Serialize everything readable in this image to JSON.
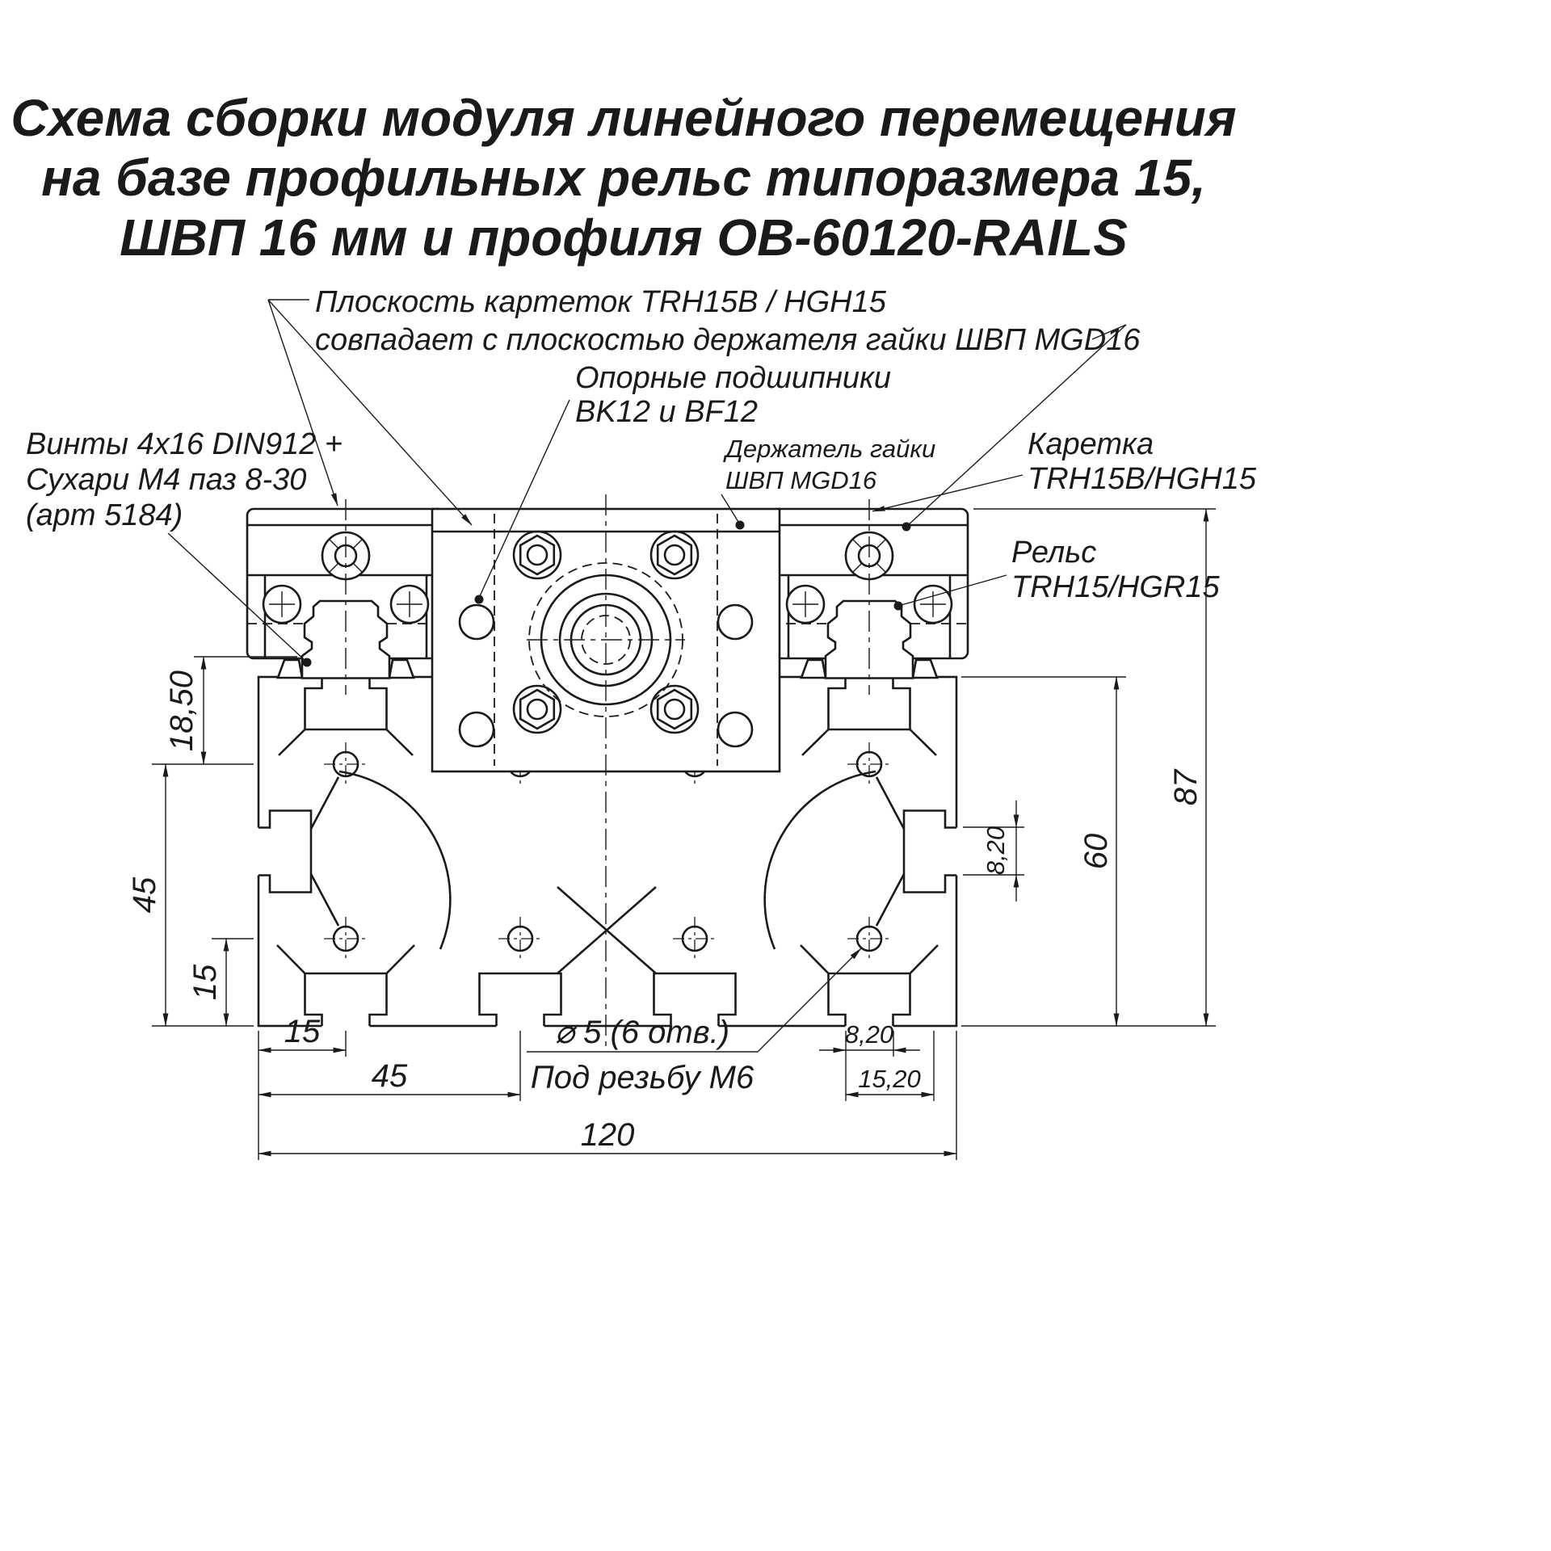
{
  "title": {
    "line1": "Схема сборки модуля линейного перемещения",
    "line2": "на базе профильных рельс типоразмера 15,",
    "line3": "ШВП 16 мм и профиля OB-60120-RAILS"
  },
  "callouts": {
    "plane_note": {
      "line1": "Плоскость картеток TRH15B / HGH15",
      "line2": "совпадает с плоскостью держателя гайки ШВП MGD16"
    },
    "bearings": {
      "line1": "Опорные подшипники",
      "line2": "BK12 и BF12"
    },
    "screws": {
      "line1": "Винты 4x16 DIN912 +",
      "line2": "Сухари М4 паз 8-30",
      "line3": "(арт 5184)"
    },
    "nut_holder": {
      "line1": "Держатель гайки",
      "line2": "ШВП MGD16"
    },
    "carriage": {
      "line1": "Каретка",
      "line2": "TRH15B/HGH15"
    },
    "rail": {
      "line1": "Рельс",
      "line2": "TRH15/HGR15"
    }
  },
  "dims": {
    "d1850": "18,50",
    "left45": "45",
    "left15": "15",
    "bot15": "15",
    "bot45": "45",
    "bot120": "120",
    "bot820": "8,20",
    "bot1520": "15,20",
    "right820": "8,20",
    "right60": "60",
    "right87": "87",
    "holes": "⌀ 5 (6 отв.)",
    "thread": "Под резьбу М6"
  }
}
